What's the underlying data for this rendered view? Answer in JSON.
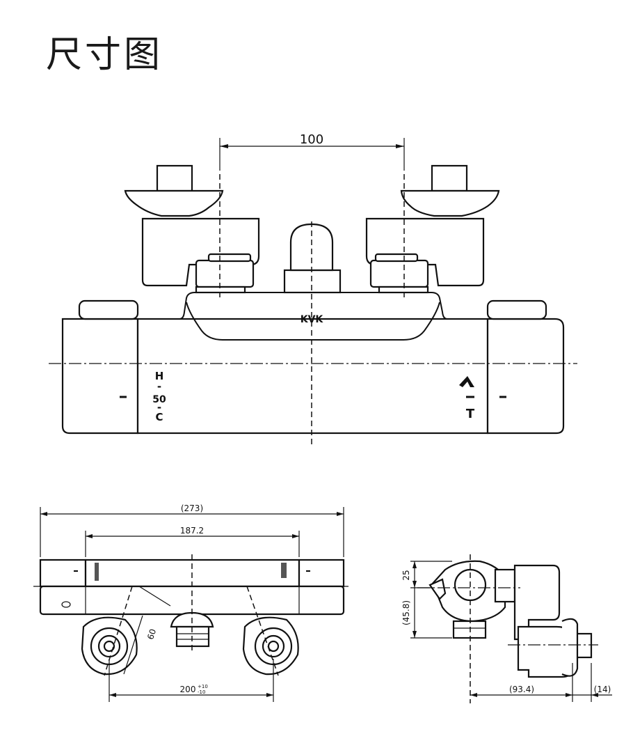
{
  "title": "尺寸图",
  "front_view": {
    "dim_center": "100",
    "center_label": "KVK",
    "left_scale": [
      "H",
      "-",
      "50",
      "-",
      "C"
    ],
    "right_symbol": "T"
  },
  "bottom_view": {
    "dim_overall": "(273)",
    "dim_body": "187.2",
    "dim_angle": "60",
    "dim_spacing": "200",
    "dim_spacing_tol_upper": "+10",
    "dim_spacing_tol_lower": "-10"
  },
  "side_view": {
    "dim_top": "25",
    "dim_bottom": "(45.8)",
    "dim_depth": "(93.4)",
    "dim_end": "(14)"
  }
}
